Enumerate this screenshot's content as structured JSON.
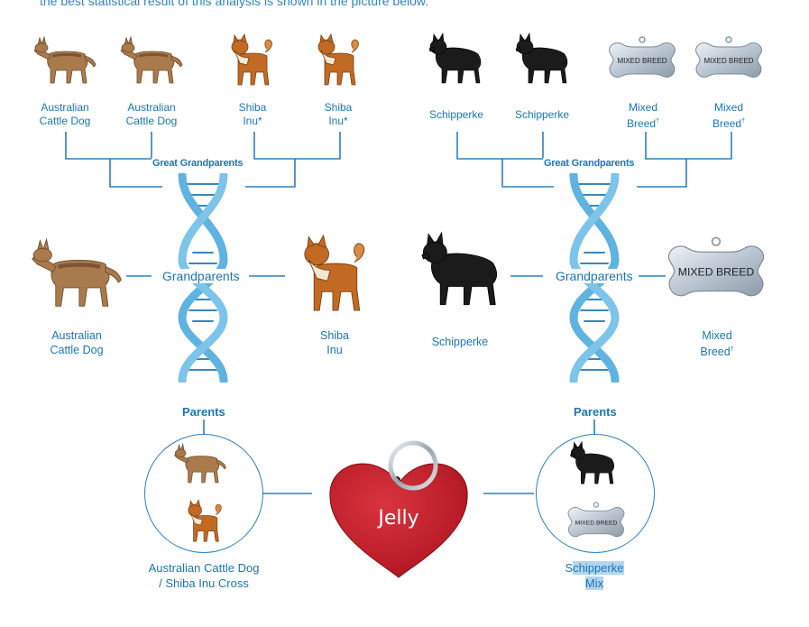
{
  "intro_text": "the best statistical result of this analysis is shown in the picture below.",
  "great_grandparents_label": "Great Grandparents",
  "grandparents_label": "Grandparents",
  "parents_label": "Parents",
  "left": {
    "great_grandparents": [
      {
        "line1": "Australian",
        "line2": "Cattle Dog",
        "mark": "",
        "icon": "cattle-dog-icon"
      },
      {
        "line1": "Australian",
        "line2": "Cattle Dog",
        "mark": "",
        "icon": "cattle-dog-icon"
      },
      {
        "line1": "Shiba",
        "line2": "Inu",
        "mark": "*",
        "icon": "shiba-inu-icon"
      },
      {
        "line1": "Shiba",
        "line2": "Inu",
        "mark": "*",
        "icon": "shiba-inu-icon"
      }
    ],
    "grandparents": [
      {
        "line1": "Australian",
        "line2": "Cattle Dog",
        "icon": "cattle-dog-icon"
      },
      {
        "line1": "Shiba",
        "line2": "Inu",
        "icon": "shiba-inu-icon"
      }
    ],
    "parent_line1": "Australian Cattle Dog",
    "parent_line2": "/ Shiba Inu Cross"
  },
  "right": {
    "great_grandparents": [
      {
        "line1": "Schipperke",
        "line2": "",
        "mark": "",
        "icon": "schipperke-icon"
      },
      {
        "line1": "Schipperke",
        "line2": "",
        "mark": "",
        "icon": "schipperke-icon"
      },
      {
        "line1": "Mixed",
        "line2": "Breed",
        "mark": "†",
        "icon": "mixed-breed-tag-icon",
        "tag_text": "MIXED BREED"
      },
      {
        "line1": "Mixed",
        "line2": "Breed",
        "mark": "†",
        "icon": "mixed-breed-tag-icon",
        "tag_text": "MIXED BREED"
      }
    ],
    "grandparents": [
      {
        "line1": "Schipperke",
        "line2": "",
        "icon": "schipperke-icon"
      },
      {
        "line1": "Mixed",
        "line2": "Breed",
        "mark": "†",
        "icon": "mixed-breed-tag-icon",
        "tag_text": "MIXED BREED"
      }
    ],
    "parent_line1_a": "S",
    "parent_line1_b": "chipperke",
    "parent_line2": "Mix",
    "parent_tag_text": "MIXED BREED"
  },
  "dog_name": "Jelly",
  "colors": {
    "line_blue": "#2b80c0",
    "text_blue": "#1a76b4",
    "dna_blue": "#5fb3e0",
    "heart_red": "#c0202c",
    "tag_silver": "#c9d3dc"
  }
}
